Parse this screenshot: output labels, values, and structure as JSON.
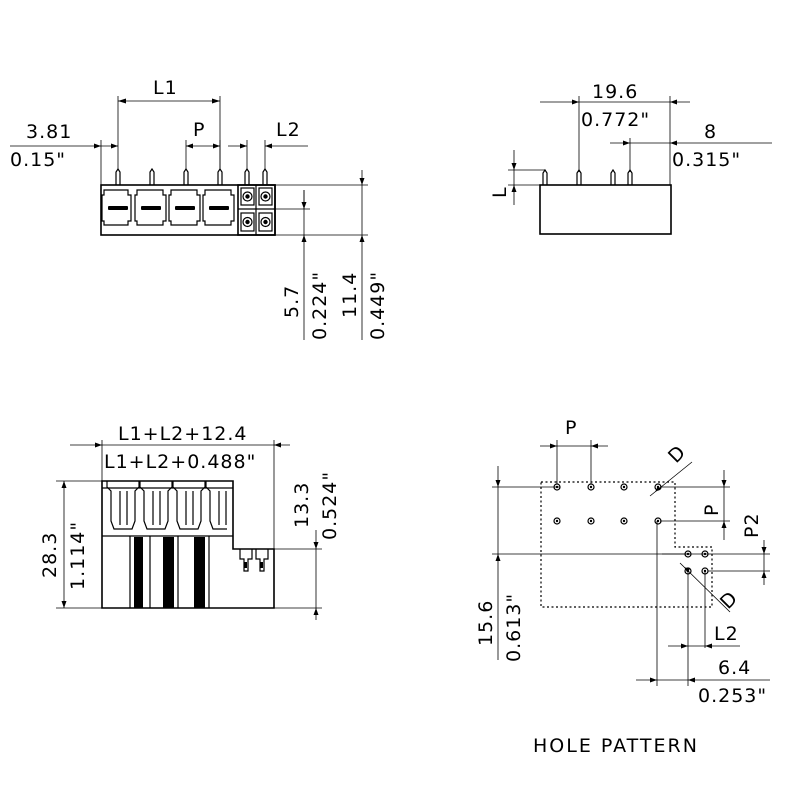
{
  "front_view": {
    "l1": "L1",
    "p": "P",
    "l2": "L2",
    "offset_mm": "3.81",
    "offset_in": "0.15\"",
    "height1_mm": "5.7",
    "height1_in": "0.224\"",
    "height2_mm": "11.4",
    "height2_in": "0.449\""
  },
  "side_view": {
    "width_mm": "19.6",
    "width_in": "0.772\"",
    "pitch_mm": "8",
    "pitch_in": "0.315\"",
    "l": "L"
  },
  "top_view": {
    "length_mm": "L1+L2+12.4",
    "length_in": "L1+L2+0.488\"",
    "height_mm": "28.3",
    "height_in": "1.114\"",
    "offset_mm": "13.3",
    "offset_in": "0.524\""
  },
  "hole_pattern": {
    "title": "HOLE PATTERN",
    "p": "P",
    "d_top": "D",
    "d_bottom": "D",
    "p_right": "P",
    "p2": "P2",
    "l2": "L2",
    "height_mm": "15.6",
    "height_in": "0.613\"",
    "offset_mm": "6.4",
    "offset_in": "0.253\""
  }
}
